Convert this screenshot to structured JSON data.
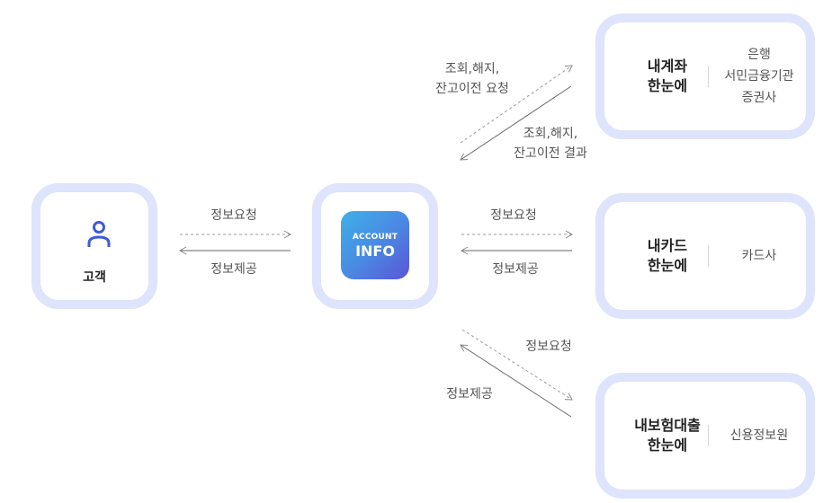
{
  "customer": {
    "label": "고객",
    "icon": "person-icon"
  },
  "center": {
    "logo_line1": "ACCOUNT",
    "logo_line2": "INFO"
  },
  "services": [
    {
      "title_lines": [
        "내계좌",
        "한눈에"
      ],
      "institutions": [
        "은행",
        "서민금융기관",
        "증권사"
      ]
    },
    {
      "title_lines": [
        "내카드",
        "한눈에"
      ],
      "institutions": [
        "카드사"
      ]
    },
    {
      "title_lines": [
        "내보험대출",
        "한눈에"
      ],
      "institutions": [
        "신용정보원"
      ]
    }
  ],
  "flows": {
    "customer_request": "정보요청",
    "customer_provide": "정보제공",
    "card_request": "정보요청",
    "card_provide": "정보제공",
    "account_request": [
      "조회,해지,",
      "잔고이전 요청"
    ],
    "account_result": [
      "조회,해지,",
      "잔고이전 결과"
    ],
    "insurance_request": "정보요청",
    "insurance_provide": "정보제공"
  },
  "colors": {
    "node_border": "#dde4fb",
    "icon_blue": "#3d5bd9",
    "arrow": "#888888"
  }
}
